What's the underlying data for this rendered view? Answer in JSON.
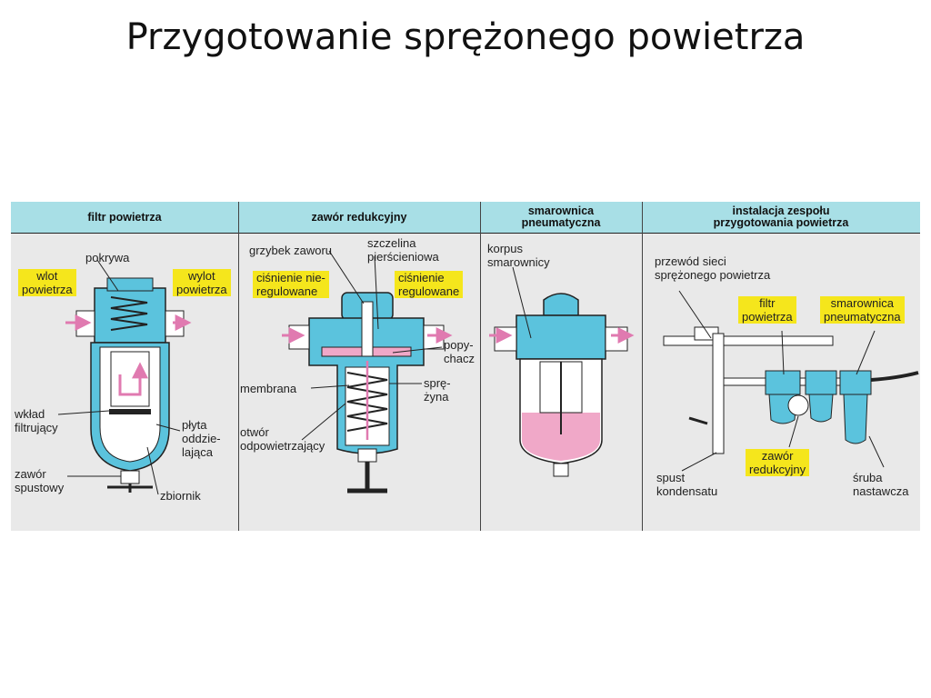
{
  "title": "Przygotowanie sprężonego powietrza",
  "columns": [
    {
      "header": [
        "filtr powietrza"
      ],
      "labels": {
        "pokrywa": "pokrywa",
        "wlot": [
          "wlot",
          "powietrza"
        ],
        "wylot": [
          "wylot",
          "powietrza"
        ],
        "wklad": [
          "wkład",
          "filtrujący"
        ],
        "plyta": [
          "płyta",
          "oddzie-",
          "lająca"
        ],
        "zawor_spustowy": [
          "zawór",
          "spustowy"
        ],
        "zbiornik": "zbiornik"
      }
    },
    {
      "header": [
        "zawór redukcyjny"
      ],
      "labels": {
        "grzybek": "grzybek zaworu",
        "szczelina": [
          "szczelina",
          "pierścieniowa"
        ],
        "nieregulowane": [
          "ciśnienie nie-",
          "regulowane"
        ],
        "regulowane": [
          "ciśnienie",
          "regulowane"
        ],
        "popychacz": [
          "popy-",
          "chacz"
        ],
        "membrana": "membrana",
        "sprezyna": [
          "sprę-",
          "żyna"
        ],
        "otwor": [
          "otwór",
          "odpowietrzający"
        ]
      }
    },
    {
      "header": [
        "smarownica",
        "pneumatyczna"
      ],
      "labels": {
        "korpus": [
          "korpus",
          "smarownicy"
        ]
      }
    },
    {
      "header": [
        "instalacja zespołu",
        "przygotowania powietrza"
      ],
      "labels": {
        "przewod": [
          "przewód sieci",
          "sprężonego powietrza"
        ],
        "filtr": [
          "filtr",
          "powietrza"
        ],
        "smarownica": [
          "smarownica",
          "pneumatyczna"
        ],
        "zawor_red": [
          "zawór",
          "redukcyjny"
        ],
        "spust": [
          "spust",
          "kondensatu"
        ],
        "sruba": [
          "śruba",
          "nastawcza"
        ]
      }
    }
  ],
  "colors": {
    "body": "#5bc3dd",
    "header": "#a8dfe6",
    "highlight": "#f5e61c",
    "oil": "#f0a8c8",
    "arrow": "#e07ab0"
  }
}
